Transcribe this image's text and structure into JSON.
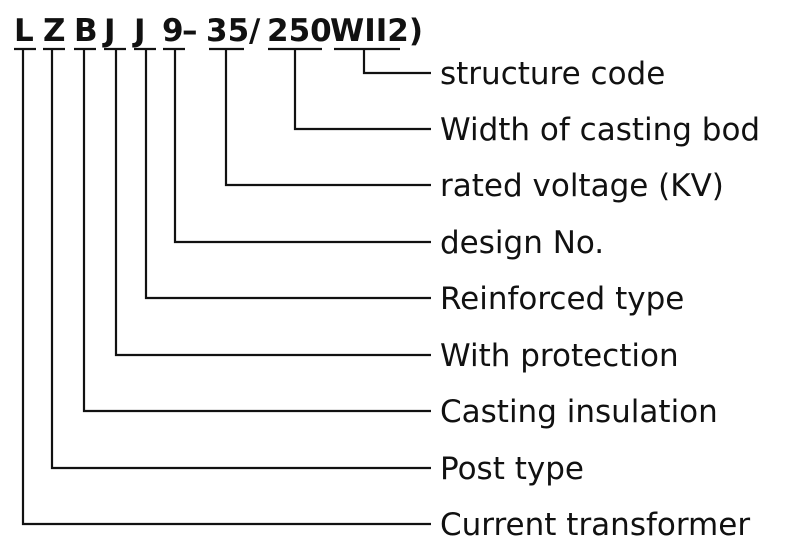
{
  "code_segments": [
    "L",
    "Z",
    "B",
    "J",
    "J",
    "9",
    "–",
    "35",
    "/",
    "250",
    "WII2)"
  ],
  "labels": [
    "structure code",
    "Width of casting bod",
    "rated voltage (KV)",
    "design No.",
    "Reinforced type",
    "With protection",
    "Casting insulation",
    "Post type",
    "Current transformer"
  ]
}
